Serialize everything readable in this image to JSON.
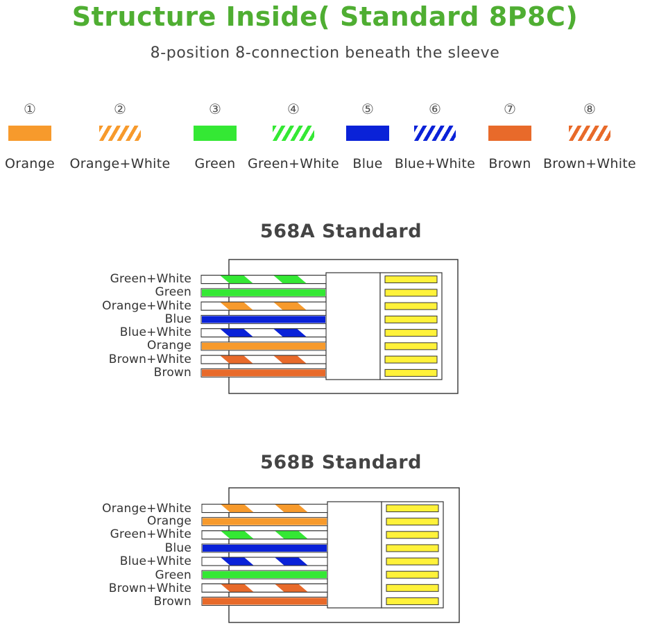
{
  "header": {
    "title": "Structure Inside( Standard 8P8C)",
    "subtitle": "8-position 8-connection beneath the sleeve"
  },
  "legend": [
    {
      "num": "①",
      "name": "Orange",
      "color": "#f79a2c",
      "striped": false
    },
    {
      "num": "②",
      "name": "Orange+White",
      "color": "#f79a2c",
      "striped": true
    },
    {
      "num": "③",
      "name": "Green",
      "color": "#34e834",
      "striped": false
    },
    {
      "num": "④",
      "name": "Green+White",
      "color": "#34e834",
      "striped": true
    },
    {
      "num": "⑤",
      "name": "Blue",
      "color": "#0a22d8",
      "striped": false
    },
    {
      "num": "⑥",
      "name": "Blue+White",
      "color": "#0a22d8",
      "striped": true
    },
    {
      "num": "⑦",
      "name": "Brown",
      "color": "#e86a2a",
      "striped": false
    },
    {
      "num": "⑧",
      "name": "Brown+White",
      "color": "#e86a2a",
      "striped": true
    }
  ],
  "standards": [
    {
      "title": "568A Standard",
      "wires": [
        {
          "label": "Green+White",
          "color": "#34e834",
          "striped": true
        },
        {
          "label": "Green",
          "color": "#34e834",
          "striped": false
        },
        {
          "label": "Orange+White",
          "color": "#f79a2c",
          "striped": true
        },
        {
          "label": "Blue",
          "color": "#0a22d8",
          "striped": false
        },
        {
          "label": "Blue+White",
          "color": "#0a22d8",
          "striped": true
        },
        {
          "label": "Orange",
          "color": "#f79a2c",
          "striped": false
        },
        {
          "label": "Brown+White",
          "color": "#e86a2a",
          "striped": true
        },
        {
          "label": "Brown",
          "color": "#e86a2a",
          "striped": false
        }
      ]
    },
    {
      "title": "568B Standard",
      "wires": [
        {
          "label": "Orange+White",
          "color": "#f79a2c",
          "striped": true
        },
        {
          "label": "Orange",
          "color": "#f79a2c",
          "striped": false
        },
        {
          "label": "Green+White",
          "color": "#34e834",
          "striped": true
        },
        {
          "label": "Blue",
          "color": "#0a22d8",
          "striped": false
        },
        {
          "label": "Blue+White",
          "color": "#0a22d8",
          "striped": true
        },
        {
          "label": "Green",
          "color": "#34e834",
          "striped": false
        },
        {
          "label": "Brown+White",
          "color": "#e86a2a",
          "striped": true
        },
        {
          "label": "Brown",
          "color": "#e86a2a",
          "striped": false
        }
      ]
    }
  ],
  "colors": {
    "title_green": "#4fae32",
    "pin_yellow": "#fff23a",
    "outline": "#333333"
  }
}
